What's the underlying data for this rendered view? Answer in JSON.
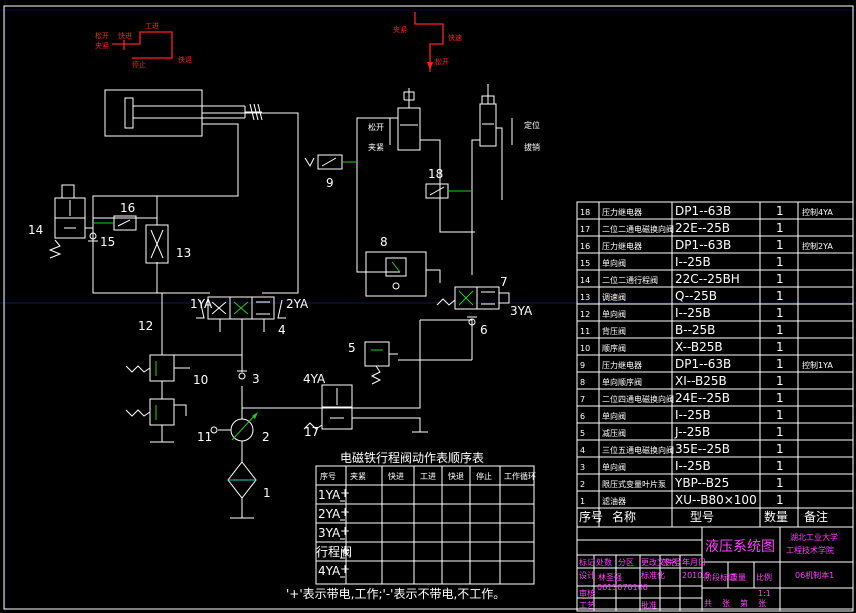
{
  "component_labels": {
    "c1": "1",
    "c2": "2",
    "c3": "3",
    "c4": "4",
    "c5": "5",
    "c6": "6",
    "c7": "7",
    "c8": "8",
    "c9": "9",
    "c10": "10",
    "c11": "11",
    "c12": "12",
    "c13": "13",
    "c14": "14",
    "c15": "15",
    "c16": "16",
    "c17": "17",
    "c18": "18",
    "sol_1ya": "1YA",
    "sol_2ya": "2YA",
    "sol_3ya": "3YA",
    "sol_4ya": "4YA"
  },
  "motion_1": [
    "快进",
    "工进",
    "快退",
    "停止",
    "松开",
    "夹紧"
  ],
  "motion_2": [
    "夹紧",
    "快速",
    "松开"
  ],
  "cyl_right_labels": {
    "left_top": "松开",
    "left_bottom": "夹紧",
    "right_top": "定位",
    "right_bottom": "拔销"
  },
  "sequence_table": {
    "title": "电磁铁行程阀动作表顺序表",
    "columns": [
      "序号",
      "夹紧",
      "快进",
      "工进",
      "快退",
      "停止",
      "工作循环"
    ],
    "rows": [
      {
        "name": "1YA",
        "sign": "+"
      },
      {
        "name": "2YA",
        "sign": "+"
      },
      {
        "name": "3YA",
        "sign": "+"
      },
      {
        "name": "行程阀",
        "sign": "+"
      },
      {
        "name": "4YA",
        "sign": "+"
      }
    ],
    "note": "'+'表示带电,工作;'-'表示不带电,不工作。"
  },
  "parts": {
    "columns": [
      "序号",
      "名称",
      "型号",
      "数量",
      "备注"
    ],
    "rows": [
      {
        "no": "18",
        "name": "压力继电器",
        "model": "DP1--63B",
        "qty": "1",
        "remark": "控制4YA"
      },
      {
        "no": "17",
        "name": "二位二通电磁换向阀",
        "model": "22E--25B",
        "qty": "1",
        "remark": ""
      },
      {
        "no": "16",
        "name": "压力继电器",
        "model": "DP1--63B",
        "qty": "1",
        "remark": "控制2YA"
      },
      {
        "no": "15",
        "name": "单向阀",
        "model": "I--25B",
        "qty": "1",
        "remark": ""
      },
      {
        "no": "14",
        "name": "二位二通行程阀",
        "model": "22C--25BH",
        "qty": "1",
        "remark": ""
      },
      {
        "no": "13",
        "name": "调速阀",
        "model": "Q--25B",
        "qty": "1",
        "remark": ""
      },
      {
        "no": "12",
        "name": "单向阀",
        "model": "I--25B",
        "qty": "1",
        "remark": ""
      },
      {
        "no": "11",
        "name": "背压阀",
        "model": "B--25B",
        "qty": "1",
        "remark": ""
      },
      {
        "no": "10",
        "name": "顺序阀",
        "model": "X--B25B",
        "qty": "1",
        "remark": ""
      },
      {
        "no": "9",
        "name": "压力继电器",
        "model": "DP1--63B",
        "qty": "1",
        "remark": "控制1YA"
      },
      {
        "no": "8",
        "name": "单向顺序阀",
        "model": "XI--B25B",
        "qty": "1",
        "remark": ""
      },
      {
        "no": "7",
        "name": "二位四通电磁换向阀",
        "model": "24E--25B",
        "qty": "1",
        "remark": ""
      },
      {
        "no": "6",
        "name": "单向阀",
        "model": "I--25B",
        "qty": "1",
        "remark": ""
      },
      {
        "no": "5",
        "name": "减压阀",
        "model": "J--25B",
        "qty": "1",
        "remark": ""
      },
      {
        "no": "4",
        "name": "三位五通电磁换向阀",
        "model": "35E--25B",
        "qty": "1",
        "remark": ""
      },
      {
        "no": "3",
        "name": "单向阀",
        "model": "I--25B",
        "qty": "1",
        "remark": ""
      },
      {
        "no": "2",
        "name": "限压式变量叶片泵",
        "model": "YBP--B25",
        "qty": "1",
        "remark": ""
      },
      {
        "no": "1",
        "name": "滤油器",
        "model": "XU--B80×100",
        "qty": "1",
        "remark": ""
      }
    ]
  },
  "title_block": {
    "drawing_title": "液压系统图",
    "school_1": "湖北工业大学",
    "school_2": "工程技术学院",
    "class": "06机制本1",
    "small_cells": [
      "标记",
      "处数",
      "分区",
      "更改文件号",
      "签名",
      "年月日",
      "设计",
      "标准化",
      "阶段标记",
      "重量",
      "比例",
      "审核",
      "工艺",
      "批准",
      "共",
      "张",
      "第",
      "张"
    ],
    "designer": "林圣强",
    "student_id": "0613070106",
    "date": "2010.5",
    "scale": "1:1"
  },
  "colors": {
    "line": "#ffffff",
    "label": "#ff40ff",
    "sketch": "#ff2020",
    "accent": "#22cc22",
    "grid_tick": "#2233aa"
  }
}
